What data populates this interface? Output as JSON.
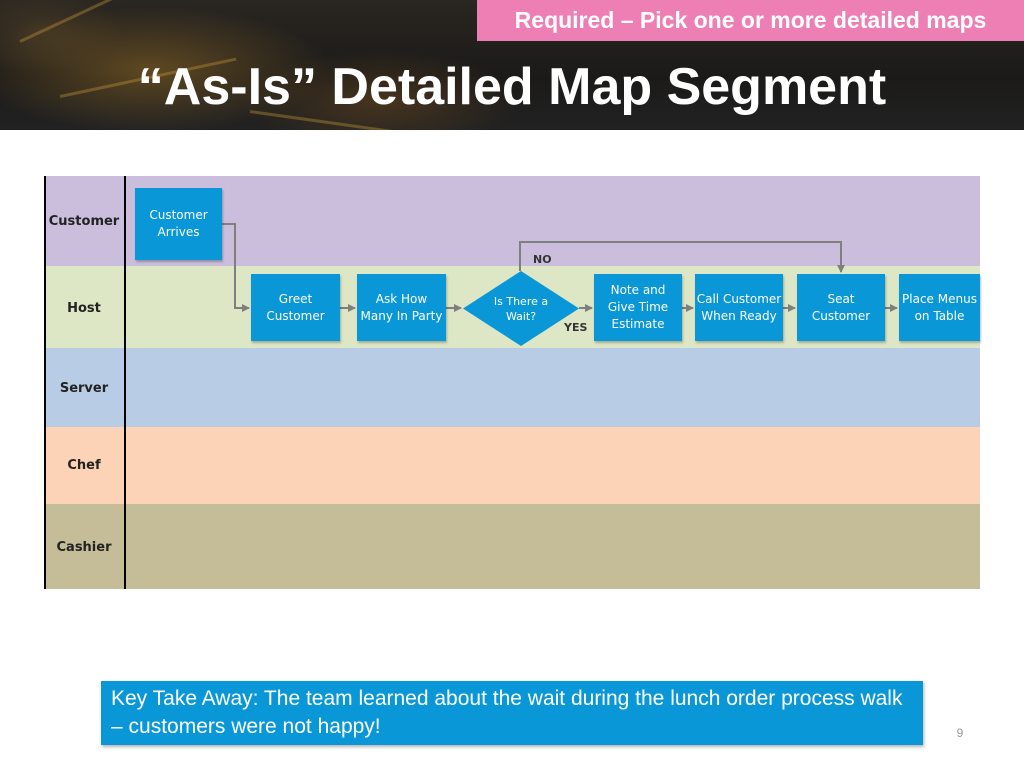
{
  "banner": {
    "required_tag": "Required – Pick one or more detailed maps",
    "title": "“As-Is” Detailed Map Segment"
  },
  "lanes": [
    {
      "label": "Customer",
      "color": "#cbbedd"
    },
    {
      "label": "Host",
      "color": "#dde7c6"
    },
    {
      "label": "Server",
      "color": "#b8cce6"
    },
    {
      "label": "Chef",
      "color": "#fcd3b6"
    },
    {
      "label": "Cashier",
      "color": "#c4bd98"
    }
  ],
  "process": {
    "customer_arrives": "Customer\nArrives",
    "greet_customer": "Greet\nCustomer",
    "ask_party": "Ask How\nMany In Party",
    "decision": "Is There a\nWait?",
    "note_estimate": "Note and\nGive Time\nEstimate",
    "call_customer": "Call Customer\nWhen Ready",
    "seat_customer": "Seat\nCustomer",
    "place_menus": "Place Menus\non Table",
    "no_label": "NO",
    "yes_label": "YES"
  },
  "colors": {
    "process_box": "#0a97d8",
    "arrow": "#7f7f7f",
    "required_tag": "#ee7fb4"
  },
  "takeaway": "Key Take Away: The team learned about the wait during the lunch order process walk – customers were not happy!",
  "page_number": "9"
}
